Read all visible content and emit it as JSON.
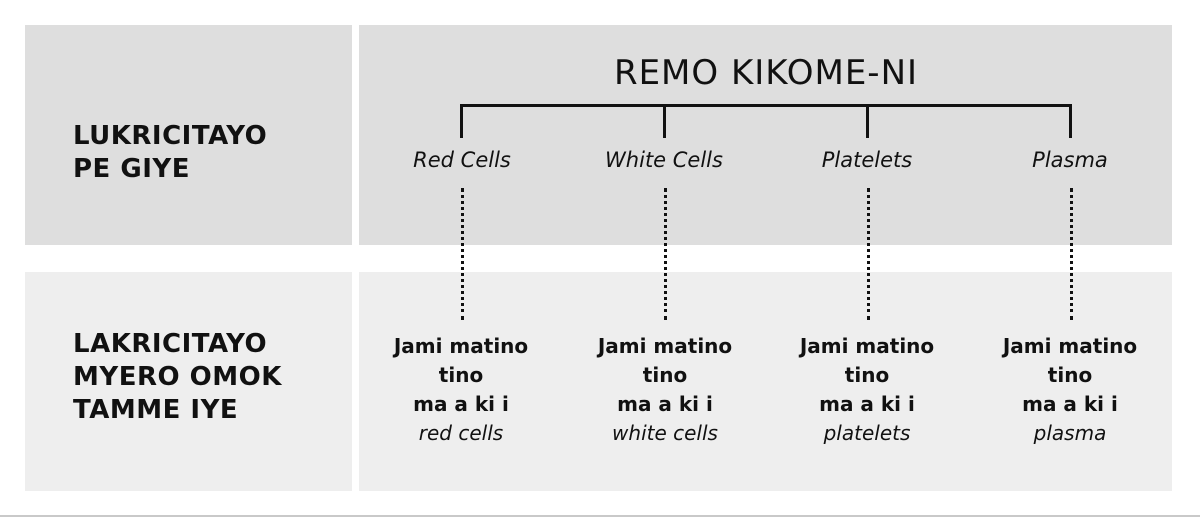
{
  "rows": {
    "top_label": "LUKRICITAYO\nPE GIYE",
    "bottom_label": "LAKRICITAYO\nMYERO OMOK\nTAMME IYE"
  },
  "tree": {
    "title": "REMO KIKOME-NI"
  },
  "categories": [
    {
      "label": "Red Cells",
      "line1": "Jami matino",
      "line2": "tino",
      "line3": "ma a ki i",
      "line4": "red cells"
    },
    {
      "label": "White Cells",
      "line1": "Jami matino",
      "line2": "tino",
      "line3": "ma a ki i",
      "line4": "white cells"
    },
    {
      "label": "Platelets",
      "line1": "Jami matino",
      "line2": "tino",
      "line3": "ma a ki i",
      "line4": "platelets"
    },
    {
      "label": "Plasma",
      "line1": "Jami matino",
      "line2": "tino",
      "line3": "ma a ki i",
      "line4": "plasma"
    }
  ]
}
